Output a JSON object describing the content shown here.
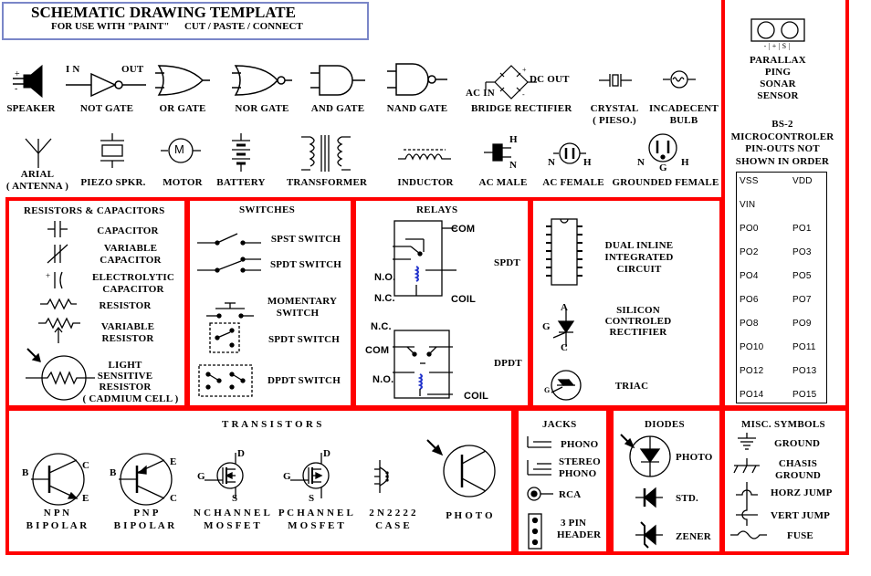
{
  "header": {
    "title": "SCHEMATIC DRAWING TEMPLATE",
    "subtitle": "FOR USE WITH \"PAINT\"      CUT / PASTE / CONNECT"
  },
  "top_symbols": {
    "speaker": "SPEAKER",
    "not_gate": "NOT GATE",
    "not_gate_in": "I N",
    "not_gate_out": "OUT",
    "or_gate": "OR GATE",
    "nor_gate": "NOR GATE",
    "and_gate": "AND GATE",
    "nand_gate": "NAND GATE",
    "bridge_rectifier": "BRIDGE RECTIFIER",
    "ac_in": "AC IN",
    "dc_out": "DC OUT",
    "crystal_1": "CRYSTAL",
    "crystal_2": "( PIESO.)",
    "bulb_1": "INCADECENT",
    "bulb_2": "BULB",
    "arial_1": "ARIAL",
    "arial_2": "( ANTENNA )",
    "piezo": "PIEZO SPKR.",
    "motor": "MOTOR",
    "motor_glyph": "M",
    "battery": "BATTERY",
    "transformer": "TRANSFORMER",
    "inductor": "INDUCTOR",
    "ac_male": "AC MALE",
    "ac_female": "AC FEMALE",
    "grounded_female": "GROUNDED FEMALE",
    "h": "H",
    "n": "N",
    "g": "G"
  },
  "parallax": {
    "pins": "- | + | S |",
    "label_1": "PARALLAX",
    "label_2": "PING",
    "label_3": "SONAR",
    "label_4": "SENSOR",
    "bs2_1": "BS-2",
    "bs2_2": "MICROCONTROLER",
    "bs2_3": "PIN-OUTS NOT",
    "bs2_4": "SHOWN IN ORDER",
    "pins_left": [
      "VSS",
      "VIN",
      "PO0",
      "PO2",
      "PO4",
      "PO6",
      "PO8",
      "PO10",
      "PO12",
      "PO14"
    ],
    "pins_right": [
      "VDD",
      "",
      "PO1",
      "PO3",
      "PO5",
      "PO7",
      "PO9",
      "PO11",
      "PO13",
      "PO15"
    ]
  },
  "resistors": {
    "heading": "RESISTORS & CAPACITORS",
    "capacitor": "CAPACITOR",
    "variable_capacitor_1": "VARIABLE",
    "variable_capacitor_2": "CAPACITOR",
    "electrolytic_1": "ELECTROLYTIC",
    "electrolytic_2": "CAPACITOR",
    "resistor": "RESISTOR",
    "variable_resistor_1": "VARIABLE",
    "variable_resistor_2": "RESISTOR",
    "ldr_1": "LIGHT",
    "ldr_2": "SENSITIVE",
    "ldr_3": "RESISTOR",
    "ldr_4": "( CADMIUM CELL )"
  },
  "switches": {
    "heading": "SWITCHES",
    "spst": "SPST SWITCH",
    "spdt": "SPDT SWITCH",
    "momentary_1": "MOMENTARY",
    "momentary_2": "SWITCH",
    "spdt_box": "SPDT SWITCH",
    "dpdt_box": "DPDT SWITCH"
  },
  "relays": {
    "heading": "RELAYS",
    "com": "COM",
    "no": "N.O.",
    "nc": "N.C.",
    "coil": "COIL",
    "spdt": "SPDT",
    "dpdt": "DPDT"
  },
  "ics": {
    "dip_1": "DUAL INLINE",
    "dip_2": "INTEGRATED",
    "dip_3": "CIRCUIT",
    "scr_1": "SILICON",
    "scr_2": "CONTROLED",
    "scr_3": "RECTIFIER",
    "triac": "TRIAC",
    "a": "A",
    "g": "G",
    "c": "C"
  },
  "transistors": {
    "heading": "T R A N S I S T O R S",
    "npn_1": "N P N",
    "npn_2": "B I P O L A R",
    "pnp_1": "P N P",
    "pnp_2": "B I P O L A R",
    "nmos_1": "N  C H A N N E L",
    "nmos_2": "M O S F E T",
    "pmos_1": "P  C H A N N E L",
    "pmos_2": "M O S F E T",
    "case_1": "2 N 2 2 2 2",
    "case_2": "C A S E",
    "photo": "P H O T O",
    "b": "B",
    "c": "C",
    "e": "E",
    "g": "G",
    "d": "D",
    "s": "S"
  },
  "jacks": {
    "heading": "JACKS",
    "phono": "PHONO",
    "stereo_1": "STEREO",
    "stereo_2": "PHONO",
    "rca": "RCA",
    "header_1": "3 PIN",
    "header_2": "HEADER"
  },
  "diodes": {
    "heading": "DIODES",
    "photo": "PHOTO",
    "std": "STD.",
    "zener": "ZENER"
  },
  "misc": {
    "heading": "MISC. SYMBOLS",
    "ground": "GROUND",
    "chasis_1": "CHASIS",
    "chasis_2": "GROUND",
    "horz_jump": "HORZ JUMP",
    "vert_jump": "VERT JUMP",
    "fuse": "FUSE"
  },
  "colors": {
    "frame": "#ff0000",
    "title_border": "#7a86c8",
    "coil_blue": "#2233cc"
  }
}
